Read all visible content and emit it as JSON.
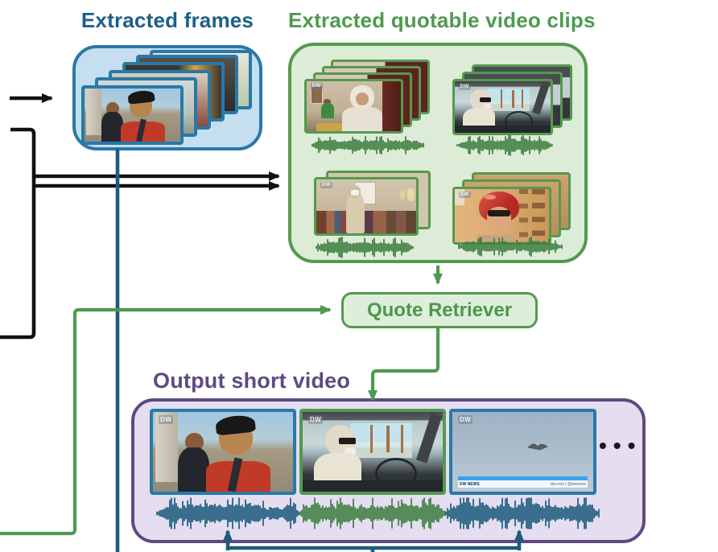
{
  "figure": {
    "panels": {
      "extracted_frames": {
        "title": "Extracted frames",
        "accent": "#1d5f87",
        "border": "#2979a8",
        "fill": "#c5def0"
      },
      "quotable_clips": {
        "title": "Extracted quotable video clips",
        "accent": "#4e9a50",
        "border": "#55994f",
        "fill": "#dcecd7"
      },
      "quote_retriever": {
        "label": "Quote Retriever",
        "fill": "#ddeeda",
        "border": "#55994f",
        "text_color": "#4c974e"
      },
      "output_video": {
        "title": "Output short video",
        "accent": "#5d4a82",
        "border": "#5d4a82",
        "fill": "#e4def0",
        "ellipsis": "•••"
      }
    },
    "logos": {
      "dw": "DW"
    },
    "ticker": {
      "brand": "DW NEWS",
      "right": "dw.com | @dwnews"
    },
    "connector_colors": {
      "black": "#111111",
      "teal": "#1e5a7c",
      "green": "#4f9950"
    },
    "waveform_colors": {
      "clip": "#3e7d40",
      "output_blue": "#1d5b7d",
      "output_green": "#3e7d40"
    }
  }
}
